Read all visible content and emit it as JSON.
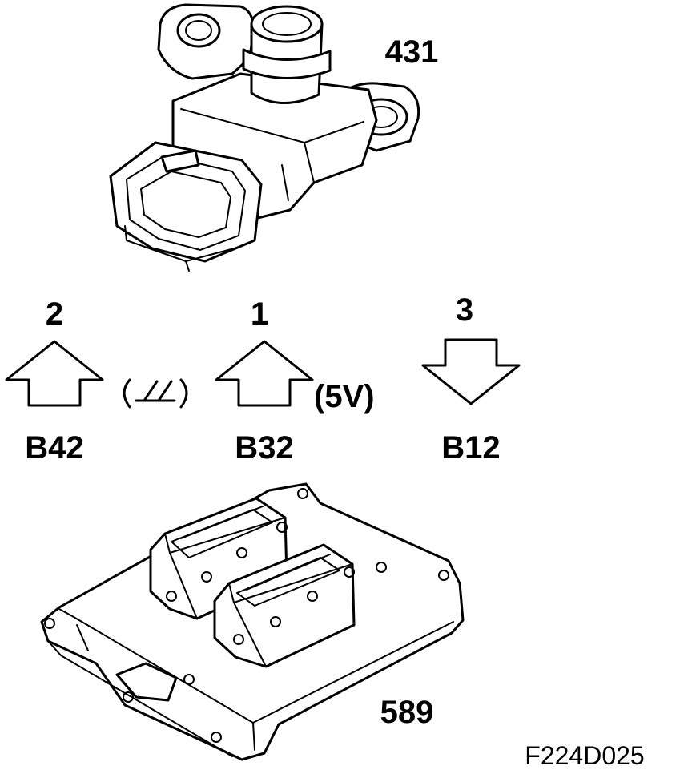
{
  "components": {
    "sensor": {
      "label": "431",
      "icon": "pressure-sensor-icon"
    },
    "control_module": {
      "label": "589",
      "icon": "control-module-icon"
    }
  },
  "pins": [
    {
      "number": "2",
      "note": "",
      "note_icon": "ground-symbol-icon",
      "direction": "up",
      "terminal": "B42"
    },
    {
      "number": "1",
      "note": "(5V)",
      "direction": "up",
      "terminal": "B32"
    },
    {
      "number": "3",
      "note": "",
      "direction": "down",
      "terminal": "B12"
    }
  ],
  "figure_id": "F224D025"
}
